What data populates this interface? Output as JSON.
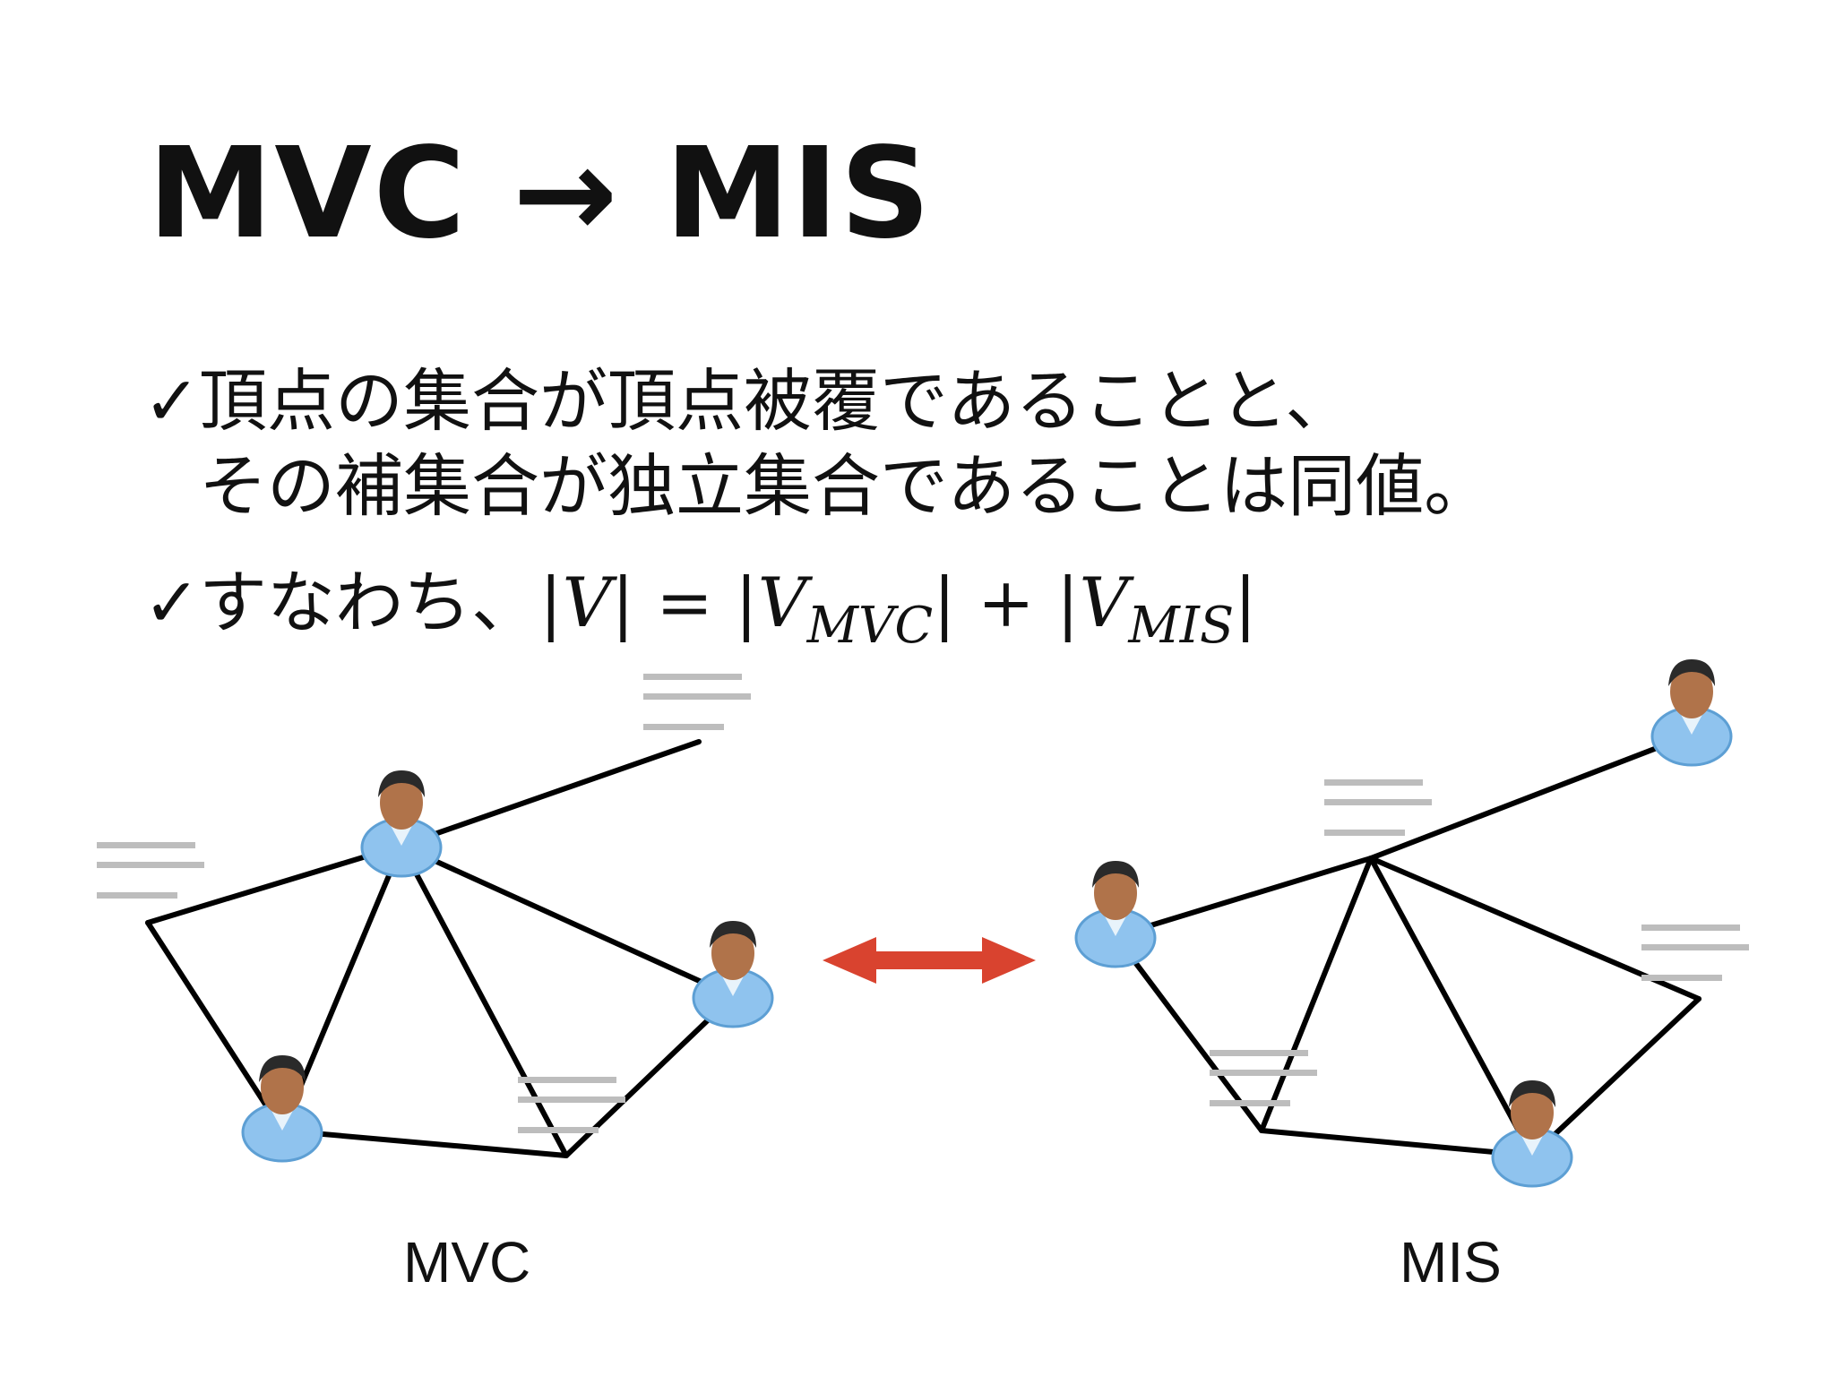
{
  "slide": {
    "title": "MVC → MIS",
    "bullet1": {
      "check": "✓",
      "line1": "頂点の集合が頂点被覆であることと、",
      "line2": "その補集合が独立集合であることは同値。"
    },
    "bullet2": {
      "check": "✓",
      "text": "すなわち、",
      "formula": {
        "bar": "|",
        "V": "V",
        "eq": " = ",
        "plus": " + ",
        "sub_mvc": "MVC",
        "sub_mis": "MIS"
      }
    },
    "captions": {
      "left": "MVC",
      "right": "MIS"
    },
    "colors": {
      "arrow": "#d9432f",
      "edge": "#000000",
      "person_body": "#8fc3ee",
      "person_face": "#b0734a",
      "person_hair": "#2a2a2a"
    },
    "icons": {
      "person": "person-icon",
      "double_arrow": "double-arrow-icon"
    }
  }
}
